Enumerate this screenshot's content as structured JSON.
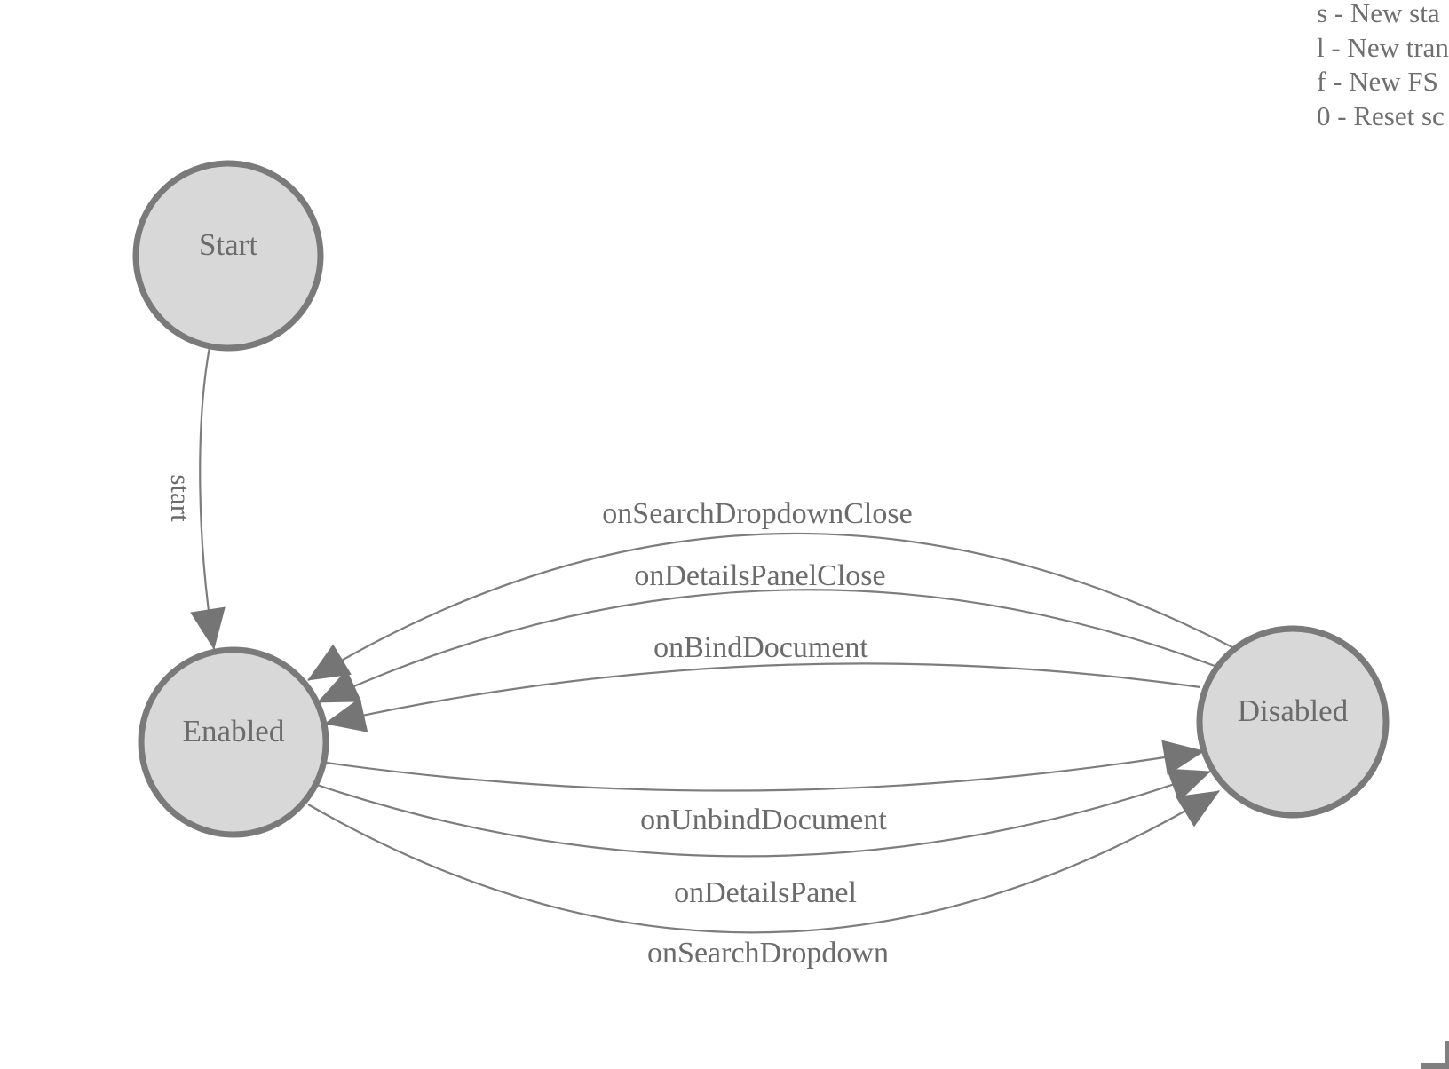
{
  "legend": {
    "lines": [
      "s - New sta",
      "l - New tran",
      "f - New FS",
      "0 - Reset sc"
    ]
  },
  "diagram": {
    "states": [
      {
        "id": "start",
        "label": "Start"
      },
      {
        "id": "enabled",
        "label": "Enabled"
      },
      {
        "id": "disabled",
        "label": "Disabled"
      }
    ],
    "transitions": [
      {
        "label": "start",
        "from": "Start",
        "to": "Enabled"
      },
      {
        "label": "onSearchDropdownClose",
        "from": "Disabled",
        "to": "Enabled"
      },
      {
        "label": "onDetailsPanelClose",
        "from": "Disabled",
        "to": "Enabled"
      },
      {
        "label": "onBindDocument",
        "from": "Disabled",
        "to": "Enabled"
      },
      {
        "label": "onUnbindDocument",
        "from": "Enabled",
        "to": "Disabled"
      },
      {
        "label": "onDetailsPanel",
        "from": "Enabled",
        "to": "Disabled"
      },
      {
        "label": "onSearchDropdown",
        "from": "Enabled",
        "to": "Disabled"
      }
    ]
  },
  "colors": {
    "node_fill": "#d8d8d8",
    "node_stroke": "#7a7a7a",
    "edge_stroke": "#7d7d7d",
    "arrow_fill": "#757575",
    "text_color": "#6b6b6b",
    "legend_color": "#6f6f6f",
    "corner_color": "#7f7f7f"
  }
}
